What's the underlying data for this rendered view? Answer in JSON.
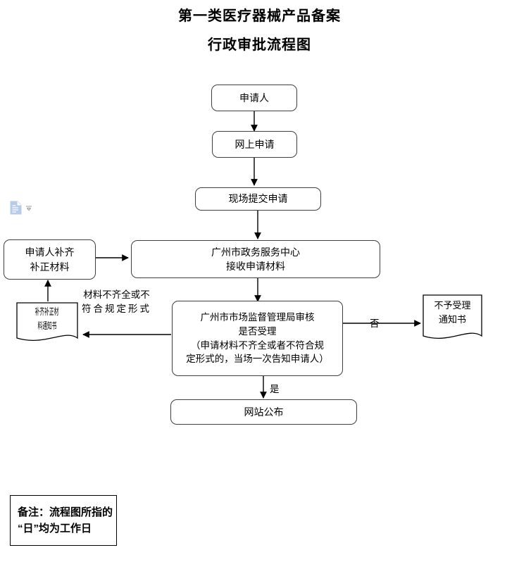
{
  "document": {
    "title_line1": "第一类医疗器械产品备案",
    "title_line2": "行政审批流程图"
  },
  "flowchart": {
    "type": "flowchart",
    "nodes": [
      {
        "id": "applicant",
        "shape": "rounded-rect",
        "lines": [
          "申请人"
        ]
      },
      {
        "id": "online-apply",
        "shape": "rounded-rect",
        "lines": [
          "网上申请"
        ]
      },
      {
        "id": "onsite-submit",
        "shape": "rounded-rect",
        "lines": [
          "现场提交申请"
        ]
      },
      {
        "id": "service-center",
        "shape": "rounded-rect",
        "lines": [
          "广州市政务服务中心",
          "接收申请材料"
        ]
      },
      {
        "id": "review",
        "shape": "rounded-rect",
        "lines": [
          "广州市市场监督管理局审核",
          "是否受理",
          "（申请材料不齐全或者不符合规",
          "定形式的，当场一次告知申请人）"
        ]
      },
      {
        "id": "publish",
        "shape": "rounded-rect",
        "lines": [
          "网站公布"
        ]
      },
      {
        "id": "supplement",
        "shape": "rounded-rect",
        "lines": [
          "申请人补齐",
          "补正材料"
        ]
      },
      {
        "id": "supplement-notice",
        "shape": "document",
        "lines": [
          "补齐补正材",
          "料通知书"
        ]
      },
      {
        "id": "reject-notice",
        "shape": "document",
        "lines": [
          "不予受理",
          "通知书"
        ]
      }
    ],
    "edge_labels": [
      {
        "id": "incomplete",
        "line1": "材料不齐全或不",
        "line2": "符合规定形式"
      },
      {
        "id": "no",
        "text": "否"
      },
      {
        "id": "yes",
        "text": "是"
      }
    ]
  },
  "note": {
    "line1": "备注：流程图所指的",
    "line2": "“日”均为工作日"
  },
  "widget": {
    "paste_icon": "paste-document-icon",
    "dropdown_icon": "chevron-down-icon"
  },
  "colors": {
    "stroke": "#3f3f3f",
    "arrow": "#000000",
    "paste_icon": "#b7cbe8",
    "background": "#ffffff"
  }
}
